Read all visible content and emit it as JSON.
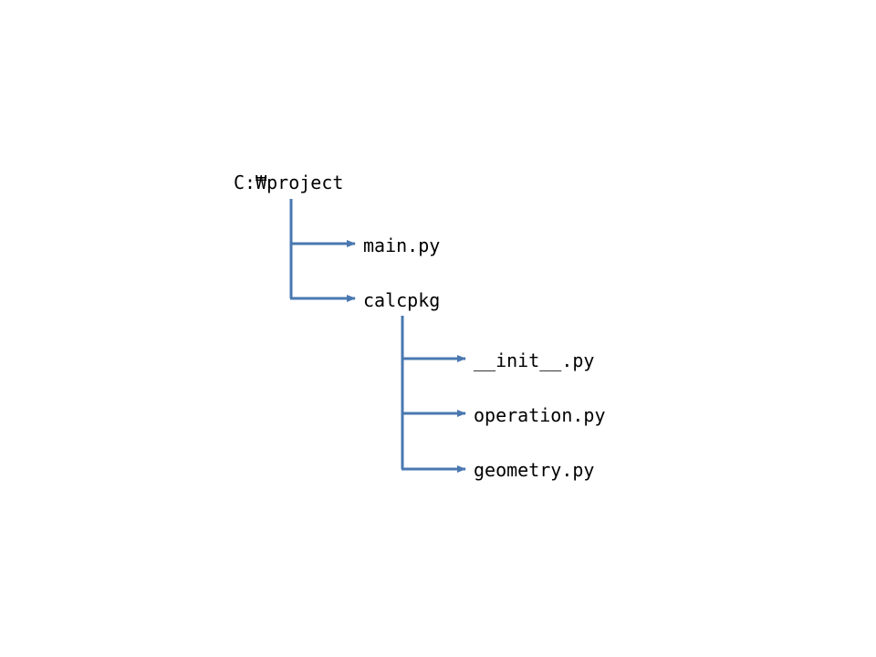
{
  "colors": {
    "connector": "#4a78b0",
    "text": "#000000",
    "background": "#ffffff"
  },
  "tree": {
    "root": {
      "label": "C:₩project"
    },
    "children": [
      {
        "label": "main.py"
      },
      {
        "label": "calcpkg",
        "children": [
          {
            "label": "__init__.py"
          },
          {
            "label": "operation.py"
          },
          {
            "label": "geometry.py"
          }
        ]
      }
    ]
  }
}
